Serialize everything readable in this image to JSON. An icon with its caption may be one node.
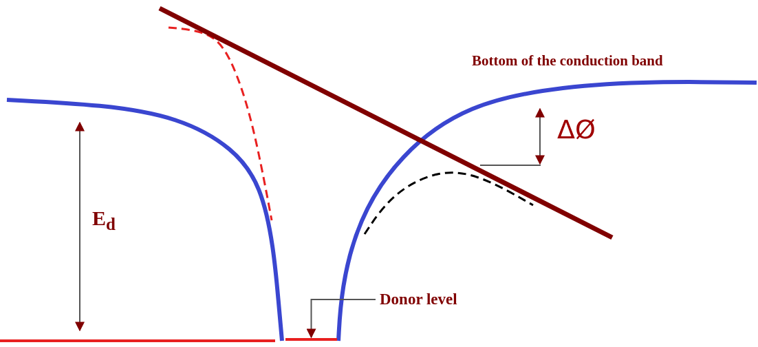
{
  "diagram": {
    "nodes": [
      {
        "text": [
          "Donor level"
        ]
      },
      {
        "text": [],
        "shape": "bar"
      }
    ],
    "edges": [
      {
        "from": 0,
        "to": 1,
        "arrow": "to"
      }
    ],
    "labels": [
      "Bottom of the conduction band",
      "E$_{d}$",
      "ΔØ"
    ]
  }
}
